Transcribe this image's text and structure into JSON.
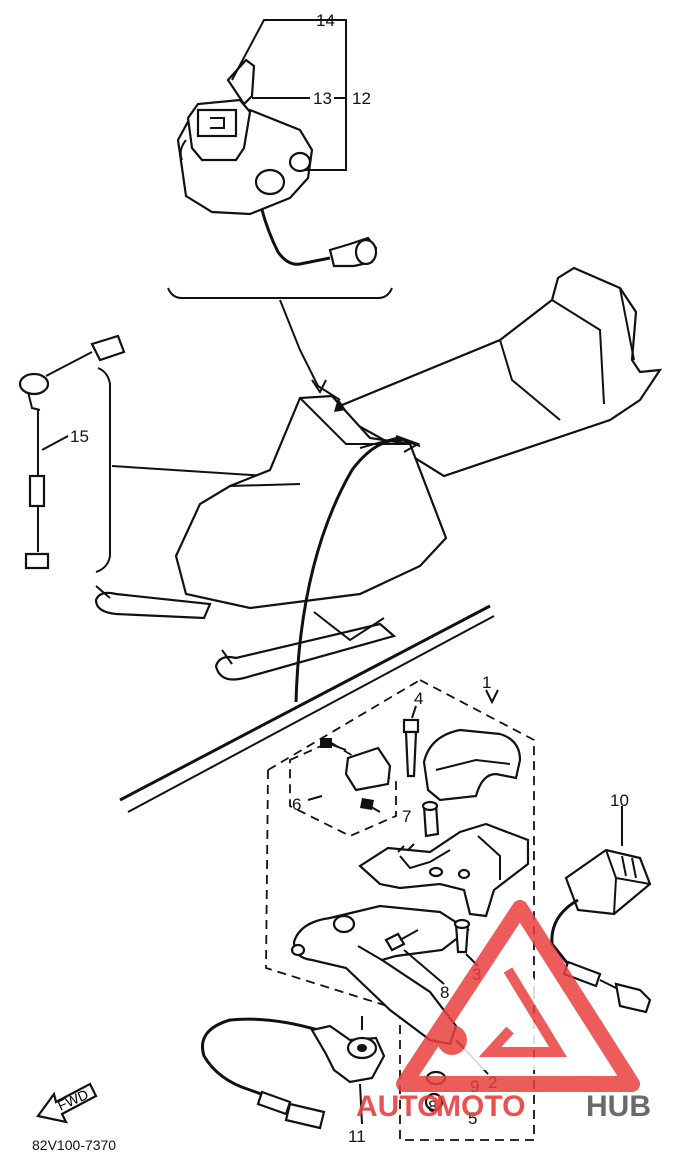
{
  "diagram": {
    "code": "82V100-7370",
    "direction_label": "FWD",
    "callouts": {
      "c1": "1",
      "c2": "2",
      "c3": "3",
      "c4": "4",
      "c5": "5",
      "c6": "6",
      "c7": "7",
      "c8a": "8",
      "c8b": "8",
      "c9": "9",
      "c10": "10",
      "c11": "11",
      "c12": "12",
      "c13": "13",
      "c14": "14",
      "c15": "15",
      "ref1": "1"
    }
  },
  "watermark": {
    "part1": "AUTO",
    "part2": "MOTO",
    "part3": "HUB",
    "color_red": "#e8403f",
    "color_gray": "#5a5a5a"
  },
  "icons": [
    "fwd-arrow-icon",
    "watermark-triangle-logo"
  ]
}
